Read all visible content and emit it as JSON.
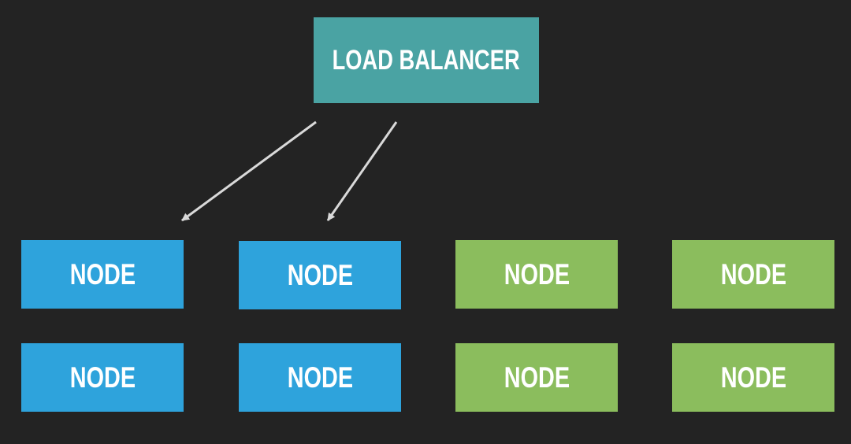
{
  "colors": {
    "background": "#232323",
    "load_balancer": "#4aa3a3",
    "node_blue": "#2ea3dc",
    "node_green": "#8bbd5d",
    "arrow": "#d9d9d9",
    "text": "#ffffff"
  },
  "load_balancer": {
    "label": "LOAD BALANCER"
  },
  "nodes": [
    {
      "label": "NODE",
      "group": "blue"
    },
    {
      "label": "NODE",
      "group": "blue"
    },
    {
      "label": "NODE",
      "group": "green"
    },
    {
      "label": "NODE",
      "group": "green"
    },
    {
      "label": "NODE",
      "group": "blue"
    },
    {
      "label": "NODE",
      "group": "blue"
    },
    {
      "label": "NODE",
      "group": "green"
    },
    {
      "label": "NODE",
      "group": "green"
    }
  ]
}
